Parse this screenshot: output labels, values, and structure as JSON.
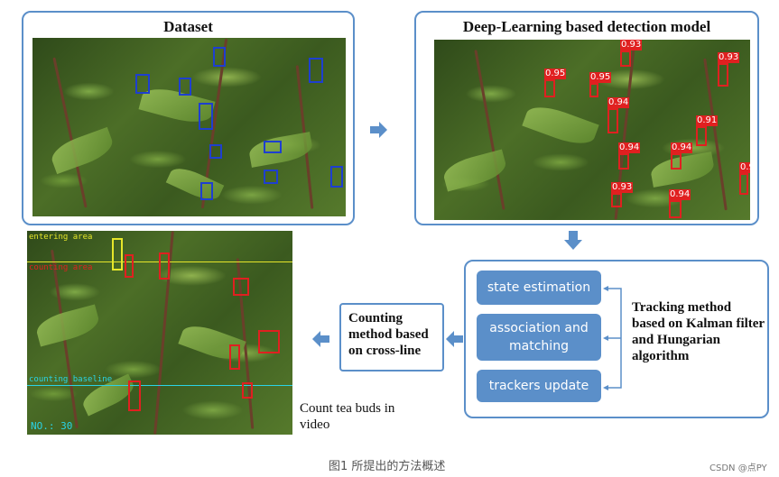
{
  "panels": {
    "dataset": {
      "title": "Dataset"
    },
    "detection": {
      "title": "Deep-Learning based detection model",
      "scores": [
        "0.93",
        "0.93",
        "0.95",
        "0.95",
        "0.94",
        "0.91",
        "0.94",
        "0.94",
        "0.93",
        "0.94",
        "0.9"
      ]
    },
    "tracking": {
      "steps": [
        "state estimation",
        "association and matching",
        "trackers update"
      ],
      "description": "Tracking method based on Kalman filter and Hungarian algorithm"
    },
    "counting": {
      "description": "Counting method based on cross-line"
    },
    "video": {
      "entering_area": "entering area",
      "counting_area": "counting area",
      "counting_baseline": "counting baseline",
      "count": "NO.: 30",
      "caption": "Count tea buds in video"
    }
  },
  "colors": {
    "accent": "#5b8fc9",
    "detection_box": "#e02020",
    "dataset_box": "#1e3fd0",
    "entering_line": "#e6e62a",
    "counting_line": "#e02020",
    "baseline": "#2ad4e6"
  },
  "figure_caption": "图1 所提出的方法概述",
  "watermark": "CSDN @点PY"
}
